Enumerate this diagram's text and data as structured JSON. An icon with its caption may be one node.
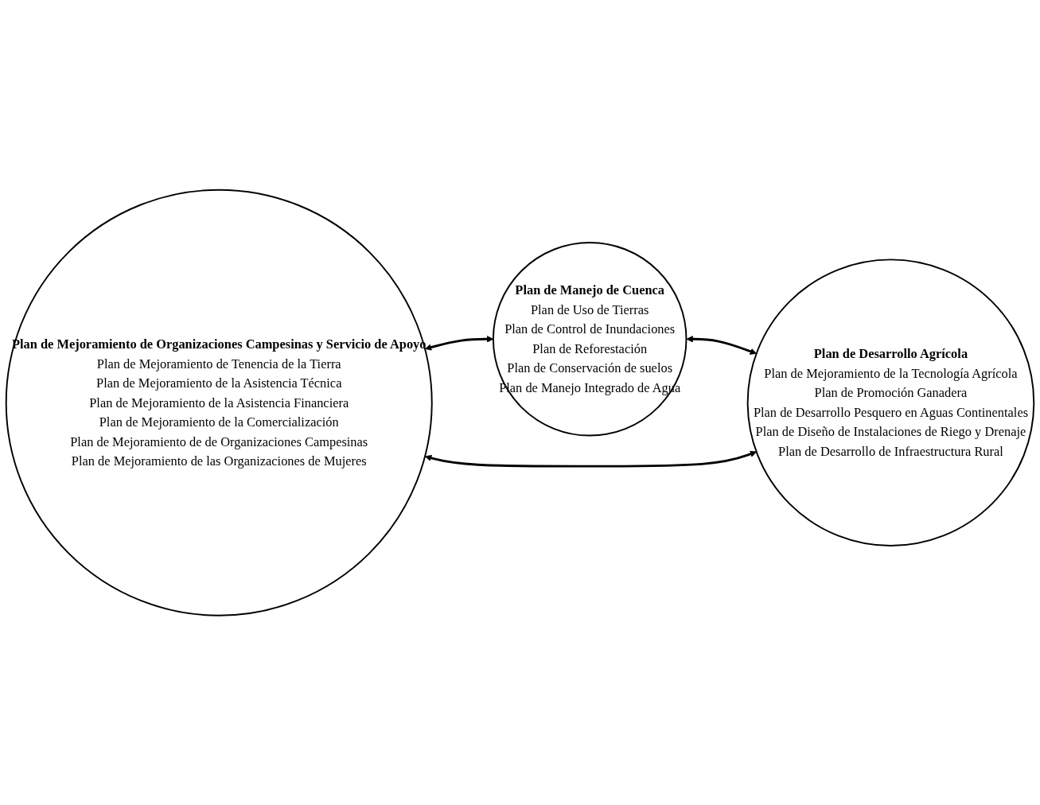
{
  "diagram": {
    "nodes": [
      {
        "text": [
          "Plan de Manejo de Cuenca",
          "Plan de Uso de Tierras",
          "Plan de Control de Inundaciones",
          "Plan de Reforestación",
          "Plan de Conservación de suelos",
          "Plan de Manejo Integrado de Agua"
        ]
      },
      {
        "text": [
          "Plan de Mejoramiento de Organizaciones Campesinas y Servicio de Apoyo",
          "Plan de Mejoramiento de Tenencia de la Tierra",
          "Plan de Mejoramiento de la Asistencia Técnica",
          "Plan de Mejoramiento de la Asistencia Financiera",
          "Plan de Mejoramiento de la Comercialización",
          "Plan de Mejoramiento de de Organizaciones Campesinas",
          "Plan de Mejoramiento de las Organizaciones de Mujeres"
        ]
      },
      {
        "text": [
          "Plan de Desarrollo Agrícola",
          "Plan de Mejoramiento de la Tecnología Agrícola",
          "Plan de Promoción Ganadera",
          "Plan de Desarrollo Pesquero en Aguas Continentales",
          "Plan de Diseño de Instalaciones de Riego y Drenaje",
          "Plan de Desarrollo de Infraestructura Rural"
        ]
      }
    ],
    "edges": [
      {
        "from": 1,
        "to": 0,
        "arrow": "both"
      },
      {
        "from": 0,
        "to": 2,
        "arrow": "both"
      },
      {
        "from": 1,
        "to": 2,
        "arrow": "both"
      }
    ]
  }
}
